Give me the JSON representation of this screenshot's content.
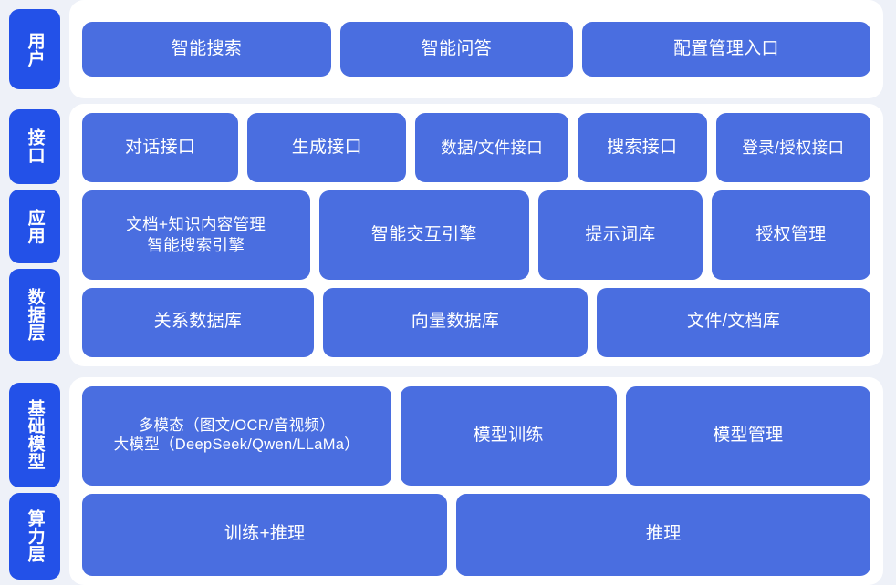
{
  "colors": {
    "page_background": "#eef1f8",
    "panel_background": "#ffffff",
    "tab_blue": "#2351e8",
    "box_blue": "#4a6ee0",
    "text": "#ffffff"
  },
  "sections": [
    {
      "id": "user",
      "tabs": [
        {
          "label": "用户"
        }
      ],
      "rows": [
        {
          "id": "user-entries",
          "boxes": [
            {
              "label": "智能搜索",
              "flex": 272
            },
            {
              "label": "智能问答",
              "flex": 253
            },
            {
              "label": "配置管理入口",
              "flex": 317
            }
          ]
        }
      ]
    },
    {
      "id": "middle",
      "tabs": [
        {
          "label": "接口"
        },
        {
          "label": "应用"
        },
        {
          "label": "数据层"
        }
      ],
      "rows": [
        {
          "id": "interface-row",
          "boxes": [
            {
              "label": "对话接口",
              "flex": 172
            },
            {
              "label": "生成接口",
              "flex": 175
            },
            {
              "label": "数据/文件接口",
              "flex": 168
            },
            {
              "label": "搜索接口",
              "flex": 140
            },
            {
              "label": "登录/授权接口",
              "flex": 170
            }
          ]
        },
        {
          "id": "application-row",
          "boxes": [
            {
              "label": "文档+知识内容管理\n智能搜索引擎",
              "flex": 252
            },
            {
              "label": "智能交互引擎",
              "flex": 232
            },
            {
              "label": "提示词库",
              "flex": 178
            },
            {
              "label": "授权管理",
              "flex": 172
            }
          ]
        },
        {
          "id": "data-row",
          "boxes": [
            {
              "label": "关系数据库",
              "flex": 252
            },
            {
              "label": "向量数据库",
              "flex": 290
            },
            {
              "label": "文件/文档库",
              "flex": 300
            }
          ]
        }
      ]
    },
    {
      "id": "base",
      "tabs": [
        {
          "label": "基础模型"
        },
        {
          "label": "算力层"
        }
      ],
      "rows": [
        {
          "id": "foundation-model-row",
          "boxes": [
            {
              "label": "多模态（图文/OCR/音视频）\n大模型（DeepSeek/Qwen/LLaMa）",
              "flex": 334,
              "size": "small"
            },
            {
              "label": "模型训练",
              "flex": 230
            },
            {
              "label": "模型管理",
              "flex": 262
            }
          ]
        },
        {
          "id": "compute-row",
          "boxes": [
            {
              "label": "训练+推理",
              "flex": 394
            },
            {
              "label": "推理",
              "flex": 448
            }
          ]
        }
      ]
    }
  ]
}
